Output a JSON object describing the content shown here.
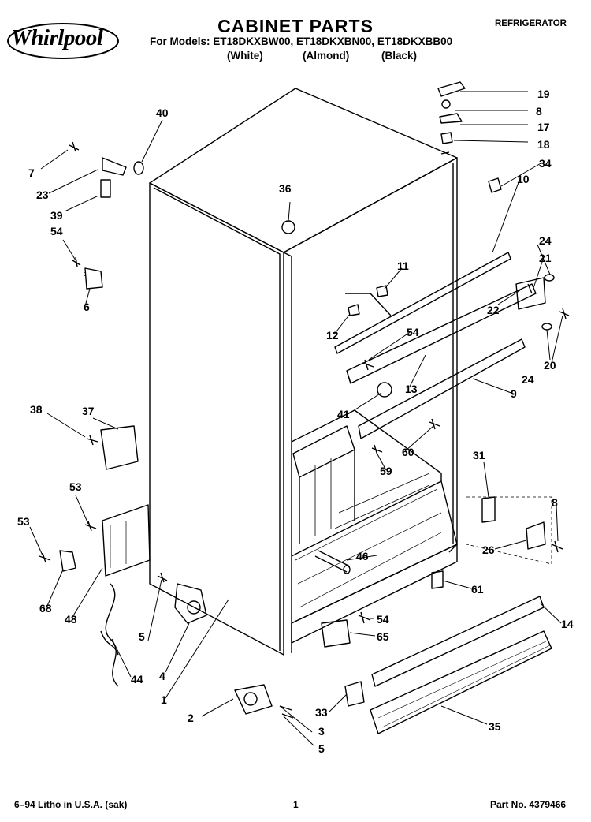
{
  "header": {
    "logo_text": "Whirlpool",
    "title": "CABINET PARTS",
    "category": "REFRIGERATOR",
    "models_line": "For Models: ET18DKXBW00, ET18DKXBN00, ET18DKXBB00",
    "variants": [
      "(White)",
      "(Almond)",
      "(Black)"
    ]
  },
  "footer": {
    "left": "6–94 Litho in U.S.A. (sak)",
    "page": "1",
    "part_no": "Part No. 4379466"
  },
  "callouts": [
    "1",
    "2",
    "3",
    "4",
    "5",
    "5",
    "6",
    "7",
    "8",
    "8",
    "9",
    "10",
    "11",
    "12",
    "13",
    "14",
    "17",
    "18",
    "19",
    "20",
    "21",
    "22",
    "23",
    "24",
    "24",
    "26",
    "31",
    "33",
    "34",
    "35",
    "36",
    "37",
    "38",
    "39",
    "40",
    "41",
    "44",
    "46",
    "48",
    "53",
    "53",
    "54",
    "54",
    "54",
    "59",
    "60",
    "61",
    "65",
    "68"
  ]
}
